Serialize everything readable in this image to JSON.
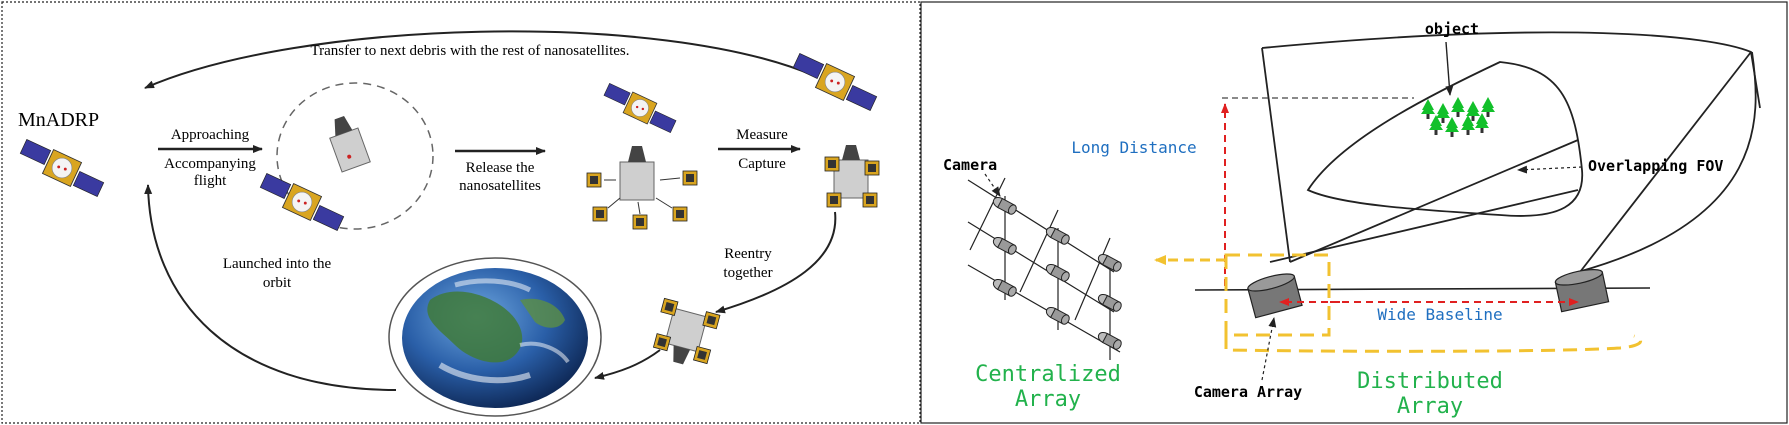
{
  "left_panel": {
    "title": "MnADRP",
    "transfer_label": "Transfer to next debris with the rest of nanosatellites.",
    "approaching_label": "Approaching",
    "accompanying_label_1": "Accompanying",
    "accompanying_label_2": "flight",
    "release_label_1": "Release the",
    "release_label_2": "nanosatellites",
    "measure_label": "Measure",
    "capture_label": "Capture",
    "reentry_label_1": "Reentry",
    "reentry_label_2": "together",
    "launched_label_1": "Launched into the",
    "launched_label_2": "orbit"
  },
  "right_panel": {
    "object_label": "object",
    "long_distance_label": "Long Distance",
    "camera_label": "Camera",
    "overlapping_fov_label": "Overlapping FOV",
    "wide_baseline_label": "Wide Baseline",
    "centralized_label_1": "Centralized",
    "centralized_label_2": "Array",
    "camera_array_label": "Camera Array",
    "distributed_label_1": "Distributed",
    "distributed_label_2": "Array"
  },
  "colors": {
    "blue_label": "#1f6fc0",
    "green_label": "#22b24c",
    "red_dashed": "#e02020",
    "yellow_dashed": "#f2c230",
    "earth_blue": "#2a5fa8",
    "solar_panel": "#3a3aa0",
    "gold_body": "#d9a520"
  },
  "icons": [
    "satellite-icon",
    "earth-icon",
    "camera-icon",
    "tree-icon"
  ]
}
